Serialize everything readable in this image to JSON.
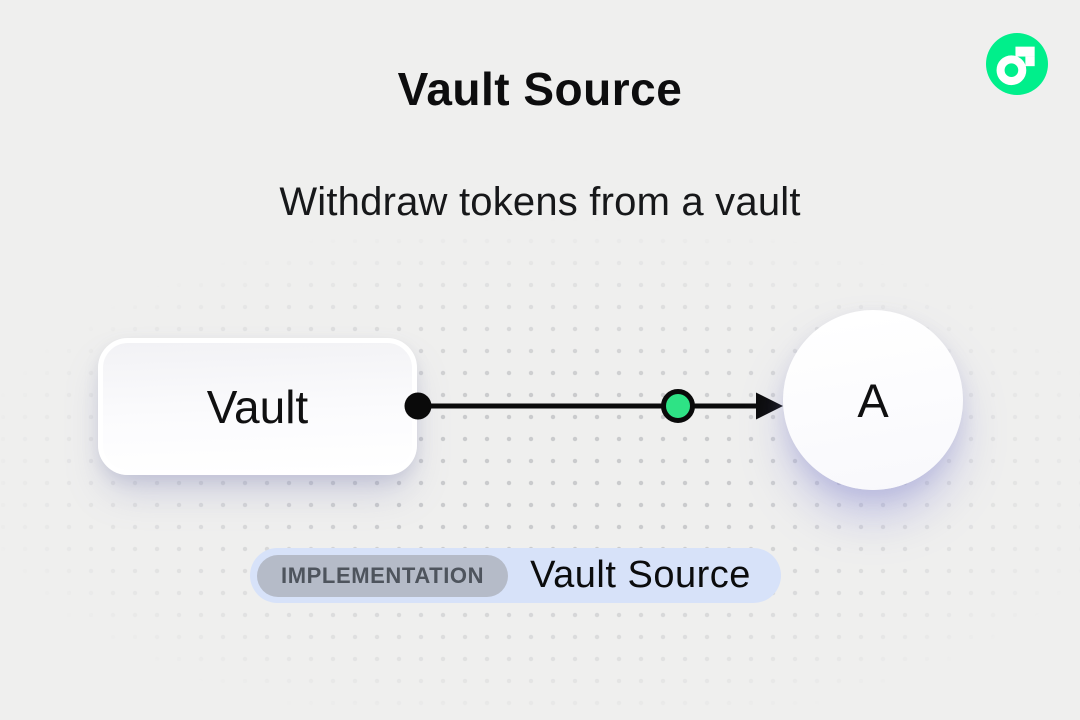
{
  "header": {
    "title": "Vault Source",
    "subtitle": "Withdraw tokens from a vault"
  },
  "logo": {
    "name": "flow-logo",
    "brand_green": "#00ef8b"
  },
  "diagram": {
    "vault_label": "Vault",
    "account_label": "A",
    "connector": {
      "start_dot_color": "#0a0a0a",
      "line_color": "#0a0a0a",
      "token_dot_color": "#2ee385",
      "arrowhead_color": "#0a0a0a"
    }
  },
  "badge": {
    "tag": "IMPLEMENTATION",
    "label": "Vault Source",
    "pill_color": "#d7e2f9",
    "tag_pill_color": "#b5bbc8"
  },
  "background": {
    "color": "#efefee",
    "dot_color": "#c7c8ca"
  }
}
